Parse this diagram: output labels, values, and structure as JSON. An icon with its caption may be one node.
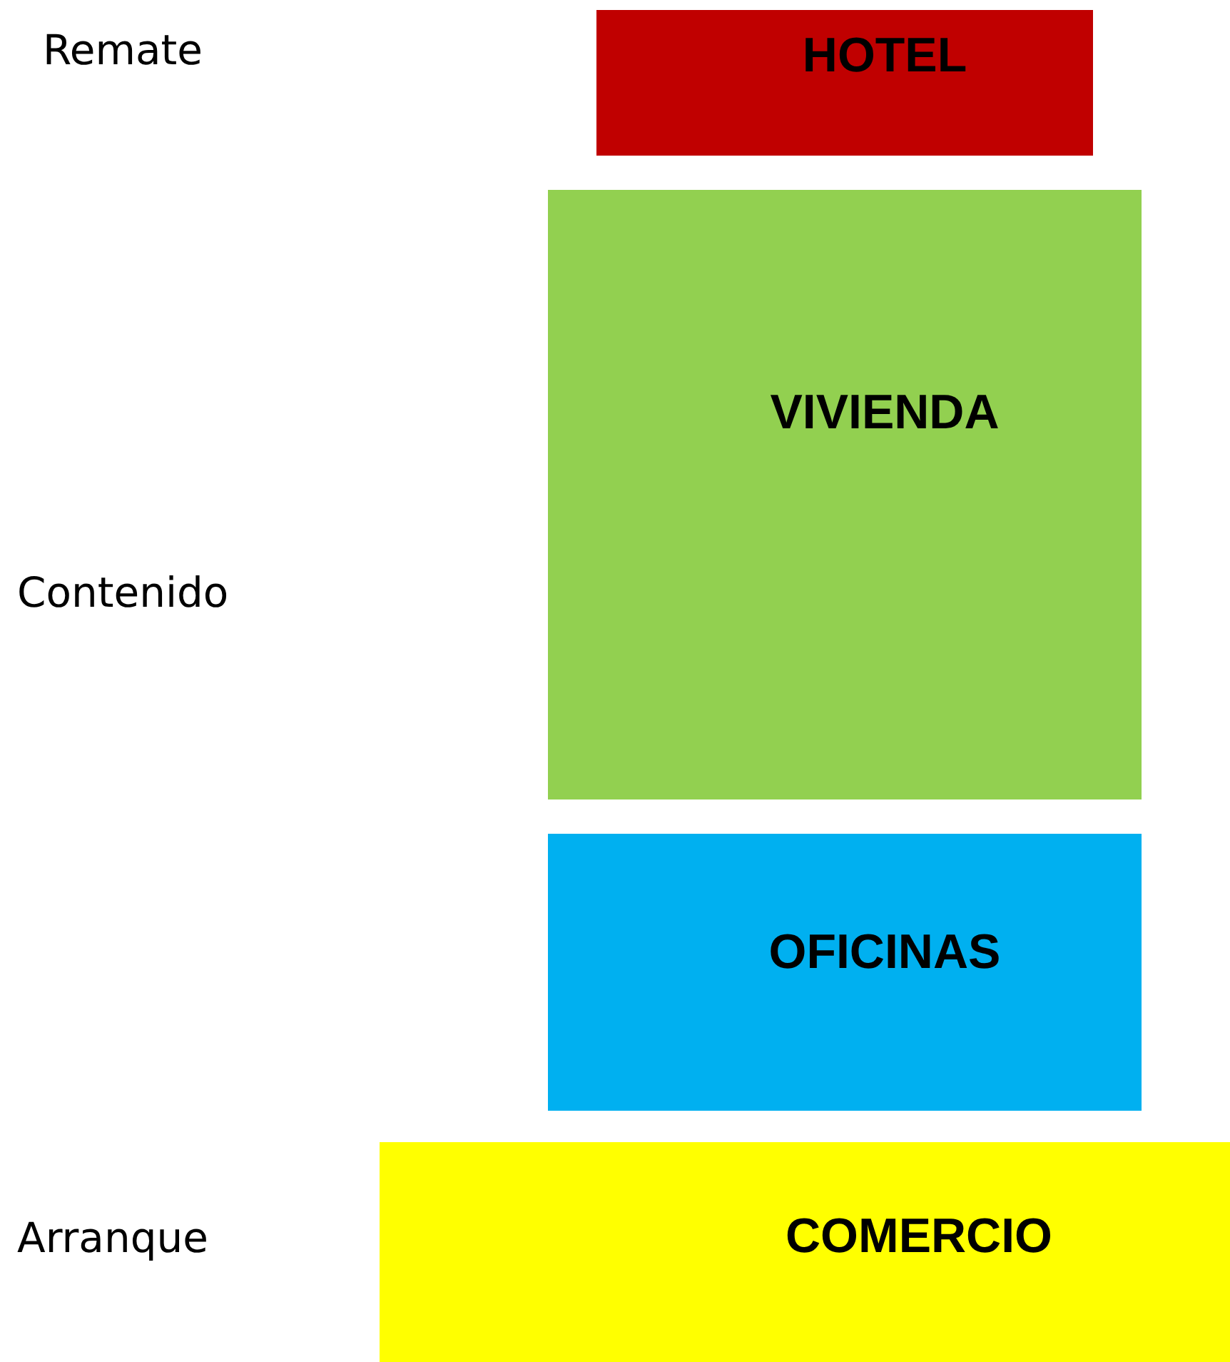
{
  "diagram": {
    "nodes": [
      {
        "text": [
          "HOTEL"
        ]
      },
      {
        "text": [
          "VIVIENDA"
        ]
      },
      {
        "text": [
          "OFICINAS"
        ]
      },
      {
        "text": [
          "COMERCIO"
        ]
      }
    ],
    "labels": [
      "Remate",
      "Contenido",
      "Arranque"
    ]
  }
}
